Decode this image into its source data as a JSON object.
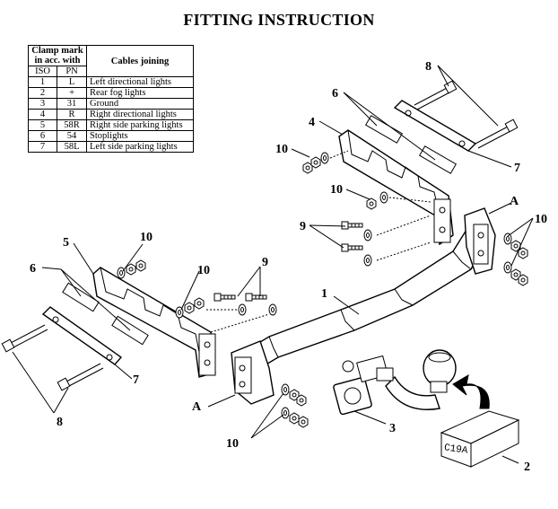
{
  "title": "FITTING INSTRUCTION",
  "wiring_table": {
    "header_clamp": "Clamp mark in acc. with",
    "header_cables": "Cables joining",
    "col_iso": "ISO",
    "col_pn": "PN",
    "rows": [
      {
        "iso": "1",
        "pn": "L",
        "cable": "Left directional lights"
      },
      {
        "iso": "2",
        "pn": "+",
        "cable": "Rear fog lights"
      },
      {
        "iso": "3",
        "pn": "31",
        "cable": "Ground"
      },
      {
        "iso": "4",
        "pn": "R",
        "cable": "Right directional lights"
      },
      {
        "iso": "5",
        "pn": "58R",
        "cable": "Right side parking lights"
      },
      {
        "iso": "6",
        "pn": "54",
        "cable": "Stoplights"
      },
      {
        "iso": "7",
        "pn": "58L",
        "cable": "Left side parking lights"
      }
    ]
  },
  "part_labels": {
    "main_bar": "1",
    "ball": "2",
    "socket": "3",
    "right_bracket": "4",
    "left_bracket": "5",
    "spacers": "6",
    "plate": "7",
    "bolts_long": "8",
    "bolts_short": "9",
    "nuts_washers": "10",
    "point_a": "A",
    "part_code": "C19A"
  }
}
